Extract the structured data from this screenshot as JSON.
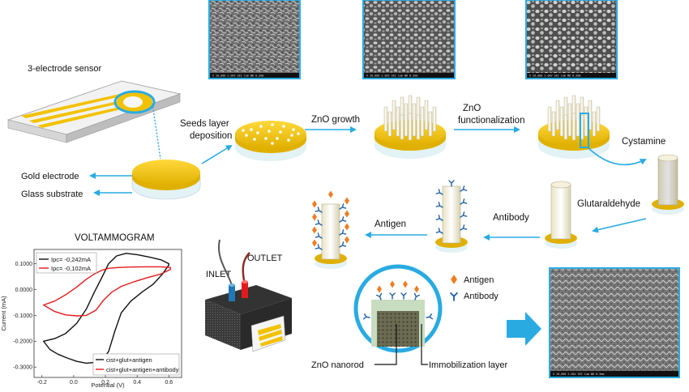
{
  "labels": {
    "sensor": "3-electrode sensor",
    "gold_electrode": "Gold electrode",
    "glass_substrate": "Glass substrate",
    "seeds_line1": "Seeds layer",
    "seeds_line2": "deposition",
    "zno_growth": "ZnO growth",
    "zno_func_line1": "ZnO",
    "zno_func_line2": "functionalization",
    "cystamine": "Cystamine",
    "glutaraldehyde": "Glutaraldehyde",
    "antibody_step": "Antibody",
    "antigen_step": "Antigen",
    "voltammogram": "VOLTAMMOGRAM",
    "inlet": "INLET",
    "outlet": "OUTLET",
    "legend_antigen": "Antigen",
    "legend_antibody": "Antibody",
    "zno_nanorod": "ZnO nanorod",
    "immobilization_layer": "Immobilization layer"
  },
  "sem_captions": [
    "X 20,000   2.0kV  SEI   1um   WD 8.3mm",
    "X 20,000   2.0kV  SEI   1um   WD 8.3mm",
    "X 20,000   2.0kV  SEI   1um   WD 8.3mm",
    "X 20,000   2.0kV  SEI   1um   WD 8.3mm"
  ],
  "colors": {
    "arrow": "#29abe2",
    "gold": "#f2c200",
    "antigen": "#f07d22",
    "antibody": "#1f5fa8",
    "red_curve": "#e41a1c",
    "black_curve": "#111111"
  },
  "chart_data": {
    "type": "line",
    "title": "VOLTAMMOGRAM",
    "xlabel": "Potential (V)",
    "ylabel": "Current (mA)",
    "xlim": [
      -0.25,
      0.68
    ],
    "ylim": [
      -0.34,
      0.155
    ],
    "xticks": [
      -0.2,
      0.0,
      0.2,
      0.4,
      0.6
    ],
    "xtick_labels": [
      "-0.2",
      "0.0",
      "0.2",
      "0.4",
      "0.6"
    ],
    "yticks": [
      -0.3,
      -0.2,
      -0.1,
      0.0,
      0.1
    ],
    "ytick_labels": [
      "-0.3000",
      "-0.2000",
      "-0.1000",
      "0.0000",
      "0.1000"
    ],
    "annotations": [
      "Ipc= -0,242mA",
      "Ipc= -0,102mA"
    ],
    "series": [
      {
        "name": "cist+glut+antigen",
        "color": "#111111",
        "x": [
          -0.19,
          -0.12,
          -0.05,
          0.02,
          0.08,
          0.13,
          0.18,
          0.22,
          0.27,
          0.33,
          0.4,
          0.48,
          0.55,
          0.6,
          0.6,
          0.56,
          0.5,
          0.43,
          0.36,
          0.3,
          0.26,
          0.22,
          0.18,
          0.13,
          0.08,
          0.02,
          -0.04,
          -0.1,
          -0.15,
          -0.19
        ],
        "y": [
          -0.2,
          -0.19,
          -0.17,
          -0.13,
          -0.075,
          -0.01,
          0.05,
          0.1,
          0.13,
          0.14,
          0.135,
          0.125,
          0.115,
          0.1,
          0.095,
          0.06,
          0.02,
          -0.01,
          -0.045,
          -0.09,
          -0.16,
          -0.24,
          -0.27,
          -0.282,
          -0.285,
          -0.278,
          -0.265,
          -0.25,
          -0.232,
          -0.2
        ]
      },
      {
        "name": "cist+glut+antigen+antibody",
        "color": "#e41a1c",
        "x": [
          -0.19,
          -0.12,
          -0.05,
          0.02,
          0.08,
          0.13,
          0.18,
          0.22,
          0.28,
          0.36,
          0.45,
          0.55,
          0.61,
          0.61,
          0.55,
          0.46,
          0.38,
          0.3,
          0.24,
          0.19,
          0.14,
          0.08,
          0.02,
          -0.05,
          -0.12,
          -0.19
        ],
        "y": [
          -0.06,
          -0.045,
          -0.02,
          0.01,
          0.04,
          0.06,
          0.075,
          0.082,
          0.085,
          0.087,
          0.088,
          0.088,
          0.085,
          0.078,
          0.06,
          0.045,
          0.03,
          0.012,
          -0.01,
          -0.04,
          -0.08,
          -0.1,
          -0.102,
          -0.098,
          -0.085,
          -0.06
        ]
      }
    ]
  }
}
